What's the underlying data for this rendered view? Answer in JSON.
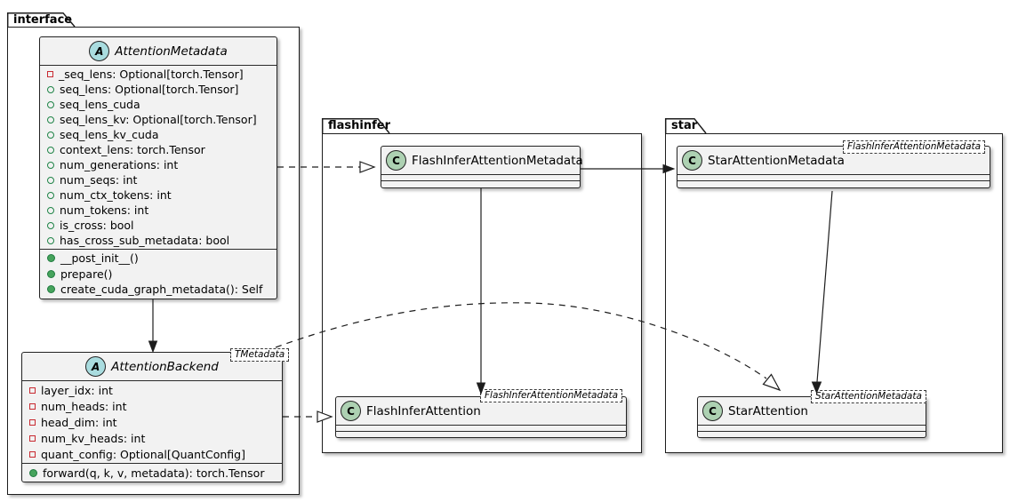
{
  "packages": {
    "interface": {
      "label": "interface"
    },
    "flashinfer": {
      "label": "flashinfer"
    },
    "star": {
      "label": "star"
    }
  },
  "classes": {
    "attention_metadata": {
      "stereotype": "A",
      "name": "AttentionMetadata",
      "fields": [
        {
          "icon": "field-private",
          "text": "_seq_lens: Optional[torch.Tensor]"
        },
        {
          "icon": "field-public",
          "text": "seq_lens: Optional[torch.Tensor]"
        },
        {
          "icon": "field-public",
          "text": "seq_lens_cuda"
        },
        {
          "icon": "field-public",
          "text": "seq_lens_kv: Optional[torch.Tensor]"
        },
        {
          "icon": "field-public",
          "text": "seq_lens_kv_cuda"
        },
        {
          "icon": "field-public",
          "text": "context_lens: torch.Tensor"
        },
        {
          "icon": "field-public",
          "text": "num_generations: int"
        },
        {
          "icon": "field-public",
          "text": "num_seqs: int"
        },
        {
          "icon": "field-public",
          "text": "num_ctx_tokens: int"
        },
        {
          "icon": "field-public",
          "text": "num_tokens: int"
        },
        {
          "icon": "field-public",
          "text": "is_cross: bool"
        },
        {
          "icon": "field-public",
          "text": "has_cross_sub_metadata: bool"
        }
      ],
      "methods": [
        {
          "icon": "method-public",
          "text": "__post_init__()"
        },
        {
          "icon": "method-public",
          "text": "prepare()"
        },
        {
          "icon": "method-public",
          "text": "create_cuda_graph_metadata(): Self"
        }
      ]
    },
    "attention_backend": {
      "stereotype": "A",
      "name": "AttentionBackend",
      "generic": "TMetadata",
      "fields": [
        {
          "icon": "field-private",
          "text": "layer_idx: int"
        },
        {
          "icon": "field-private",
          "text": "num_heads: int"
        },
        {
          "icon": "field-private",
          "text": "head_dim: int"
        },
        {
          "icon": "field-private",
          "text": "num_kv_heads: int"
        },
        {
          "icon": "field-private",
          "text": "quant_config: Optional[QuantConfig]"
        }
      ],
      "methods": [
        {
          "icon": "method-public",
          "text": "forward(q, k, v, metadata): torch.Tensor"
        }
      ]
    },
    "flashinfer_attention_metadata": {
      "stereotype": "C",
      "name": "FlashInferAttentionMetadata"
    },
    "flashinfer_attention": {
      "stereotype": "C",
      "name": "FlashInferAttention",
      "generic": "FlashInferAttentionMetadata"
    },
    "star_attention_metadata": {
      "stereotype": "C",
      "name": "StarAttentionMetadata",
      "generic": "FlashInferAttentionMetadata"
    },
    "star_attention": {
      "stereotype": "C",
      "name": "StarAttention",
      "generic": "StarAttentionMetadata"
    }
  },
  "relations": [
    {
      "from": "AttentionMetadata",
      "to": "FlashInferAttentionMetadata",
      "style": "dashed-open-triangle"
    },
    {
      "from": "FlashInferAttentionMetadata",
      "to": "StarAttentionMetadata",
      "style": "solid-arrow"
    },
    {
      "from": "FlashInferAttentionMetadata",
      "to": "FlashInferAttention",
      "style": "solid-arrow"
    },
    {
      "from": "StarAttentionMetadata",
      "to": "StarAttention",
      "style": "solid-arrow"
    },
    {
      "from": "AttentionMetadata",
      "to": "AttentionBackend",
      "style": "solid-arrow"
    },
    {
      "from": "AttentionBackend",
      "to": "FlashInferAttention",
      "style": "dashed-open-triangle"
    },
    {
      "from": "AttentionBackend",
      "to": "StarAttention",
      "style": "dashed-open-triangle-curved"
    }
  ],
  "colors": {
    "class_background": "#F2F2F2",
    "border": "#232323",
    "abstract_circle": "#A9DCDF",
    "class_circle": "#ADD1B2",
    "private_field_icon": "#C82930",
    "public_field_icon": "#1F8447",
    "public_method_icon": "#46A35C"
  }
}
